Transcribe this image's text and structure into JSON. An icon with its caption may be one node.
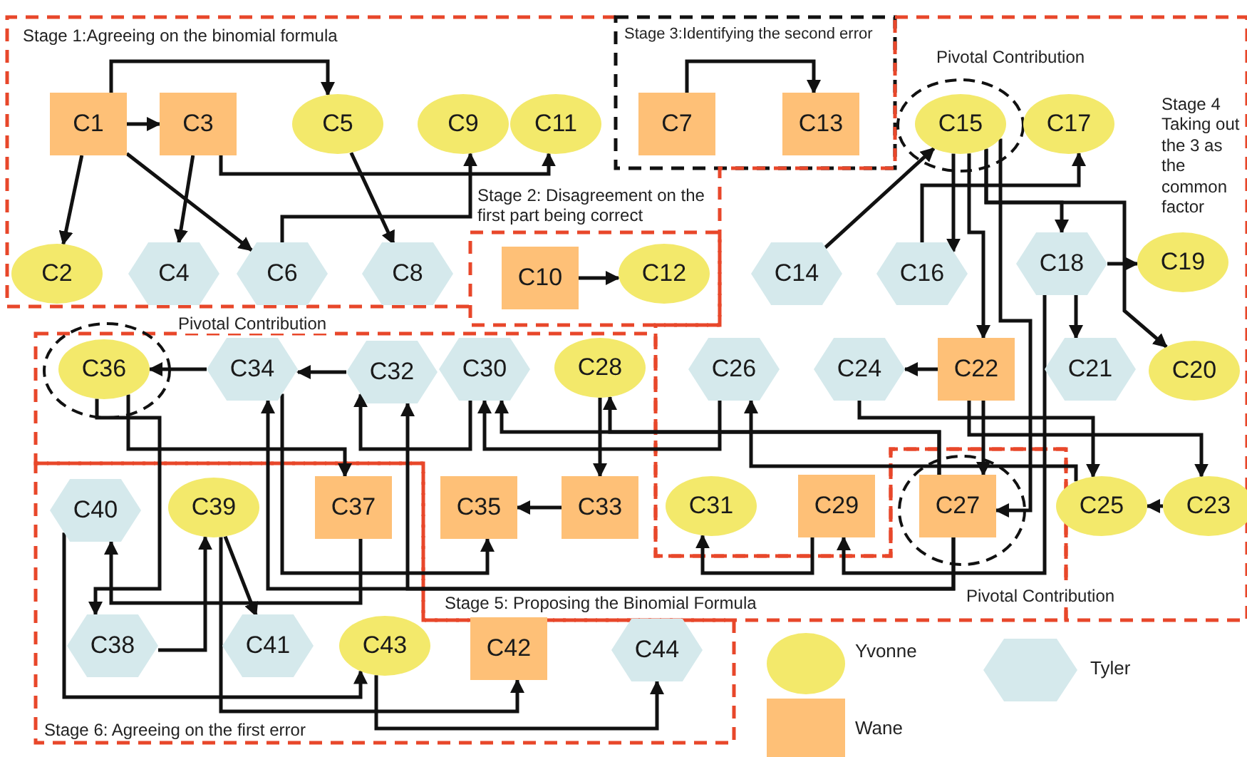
{
  "diagram": {
    "nodes": [
      {
        "text": [
          "C1"
        ]
      },
      {
        "text": [
          "C3"
        ]
      },
      {
        "text": [
          "C5"
        ]
      },
      {
        "text": [
          "C9"
        ]
      },
      {
        "text": [
          "C11"
        ]
      },
      {
        "text": [
          "C2"
        ]
      },
      {
        "text": [
          "C4"
        ]
      },
      {
        "text": [
          "C6"
        ]
      },
      {
        "text": [
          "C8"
        ]
      },
      {
        "text": [
          "C7"
        ]
      },
      {
        "text": [
          "C13"
        ]
      },
      {
        "text": [
          "C15"
        ],
        "beside": [
          "Pivotal Contribution"
        ]
      },
      {
        "text": [
          "C17"
        ]
      },
      {
        "text": [
          "C10"
        ]
      },
      {
        "text": [
          "C12"
        ]
      },
      {
        "text": [
          "C14"
        ]
      },
      {
        "text": [
          "C16"
        ]
      },
      {
        "text": [
          "C18"
        ]
      },
      {
        "text": [
          "C19"
        ]
      },
      {
        "text": [
          "C36"
        ]
      },
      {
        "text": [
          "C34"
        ]
      },
      {
        "text": [
          "C32"
        ]
      },
      {
        "text": [
          "C30"
        ]
      },
      {
        "text": [
          "C28"
        ]
      },
      {
        "text": [
          "C26"
        ]
      },
      {
        "text": [
          "C24"
        ]
      },
      {
        "text": [
          "C22"
        ]
      },
      {
        "text": [
          "C21"
        ]
      },
      {
        "text": [
          "C20"
        ]
      },
      {
        "text": [
          "C40"
        ]
      },
      {
        "text": [
          "C39"
        ]
      },
      {
        "text": [
          "C37"
        ]
      },
      {
        "text": [
          "C35"
        ]
      },
      {
        "text": [
          "C33"
        ]
      },
      {
        "text": [
          "C31"
        ]
      },
      {
        "text": [
          "C29"
        ]
      },
      {
        "text": [
          "C27"
        ],
        "beside": [
          "Pivotal Contribution"
        ]
      },
      {
        "text": [
          "C25"
        ]
      },
      {
        "text": [
          "C23"
        ]
      },
      {
        "text": [
          "C38"
        ]
      },
      {
        "text": [
          "C41"
        ]
      },
      {
        "text": [
          "C43"
        ]
      },
      {
        "text": [
          "C42"
        ]
      },
      {
        "text": [
          "C44"
        ]
      }
    ],
    "edges": [
      {
        "from": 0,
        "to": 1,
        "arrow": "to"
      },
      {
        "from": 0,
        "to": 2,
        "arrow": "to"
      },
      {
        "from": 0,
        "to": 5,
        "arrow": "to"
      },
      {
        "from": 0,
        "to": 7,
        "arrow": "to"
      },
      {
        "from": 1,
        "to": 6,
        "arrow": "to"
      },
      {
        "from": 1,
        "to": 4,
        "arrow": "to"
      },
      {
        "from": 2,
        "to": 8,
        "arrow": "to"
      },
      {
        "from": 7,
        "to": 3,
        "arrow": "to"
      },
      {
        "from": 9,
        "to": 10,
        "arrow": "to"
      },
      {
        "from": 13,
        "to": 14,
        "arrow": "to"
      },
      {
        "from": 15,
        "to": 11,
        "arrow": "to"
      },
      {
        "from": 11,
        "to": 16,
        "arrow": "to"
      },
      {
        "from": 16,
        "to": 12,
        "arrow": "to"
      },
      {
        "from": 11,
        "to": 17,
        "arrow": "to"
      },
      {
        "from": 17,
        "to": 18,
        "arrow": "to"
      },
      {
        "from": 11,
        "to": 28,
        "arrow": "to"
      },
      {
        "from": 11,
        "to": 26,
        "arrow": "to"
      },
      {
        "from": 11,
        "to": 36,
        "arrow": "to"
      },
      {
        "from": 17,
        "to": 27,
        "arrow": "to"
      },
      {
        "from": 17,
        "to": 35,
        "arrow": "to"
      },
      {
        "from": 26,
        "to": 25,
        "arrow": "to"
      },
      {
        "from": 26,
        "to": 36,
        "arrow": "to"
      },
      {
        "from": 26,
        "to": 38,
        "arrow": "to"
      },
      {
        "from": 25,
        "to": 37,
        "arrow": "to"
      },
      {
        "from": 38,
        "to": 37,
        "arrow": "to"
      },
      {
        "from": 37,
        "to": 24,
        "arrow": "to"
      },
      {
        "from": 24,
        "to": 22,
        "arrow": "to"
      },
      {
        "from": 36,
        "to": 22,
        "arrow": "to"
      },
      {
        "from": 36,
        "to": 23,
        "arrow": "to"
      },
      {
        "from": 23,
        "to": 33,
        "arrow": "to"
      },
      {
        "from": 33,
        "to": 32,
        "arrow": "to"
      },
      {
        "from": 35,
        "to": 34,
        "arrow": "to"
      },
      {
        "from": 36,
        "to": 20,
        "arrow": "to"
      },
      {
        "from": 36,
        "to": 21,
        "arrow": "to"
      },
      {
        "from": 22,
        "to": 21,
        "arrow": "to"
      },
      {
        "from": 21,
        "to": 20,
        "arrow": "to"
      },
      {
        "from": 20,
        "to": 19,
        "arrow": "to"
      },
      {
        "from": 20,
        "to": 32,
        "arrow": "to"
      },
      {
        "from": 19,
        "to": 31,
        "arrow": "to"
      },
      {
        "from": 19,
        "to": 39,
        "arrow": "to"
      },
      {
        "from": 31,
        "to": 29,
        "arrow": "to"
      },
      {
        "from": 29,
        "to": 41,
        "arrow": "to"
      },
      {
        "from": 39,
        "to": 30,
        "arrow": "to"
      },
      {
        "from": 30,
        "to": 40,
        "arrow": "to"
      },
      {
        "from": 30,
        "to": 42,
        "arrow": "to"
      },
      {
        "from": 41,
        "to": 43,
        "arrow": "to"
      }
    ],
    "labels": [
      "Stage 1:Agreeing on the binomial formula",
      "Stage 3:Identifying the second error",
      "Stage 4 Taking out the 3 as the common factor",
      "Stage 2: Disagreement on the first part being correct",
      "Stage 5: Proposing the Binomial Formula",
      "Stage 6: Agreeing on the first error",
      "Pivotal Contribution"
    ],
    "legend": [
      {
        "text": "Yvonne",
        "color": "#f3e96b"
      },
      {
        "text": "Tyler",
        "color": "#d5e9ec"
      },
      {
        "text": "Wane",
        "color": "#fec077"
      }
    ]
  }
}
